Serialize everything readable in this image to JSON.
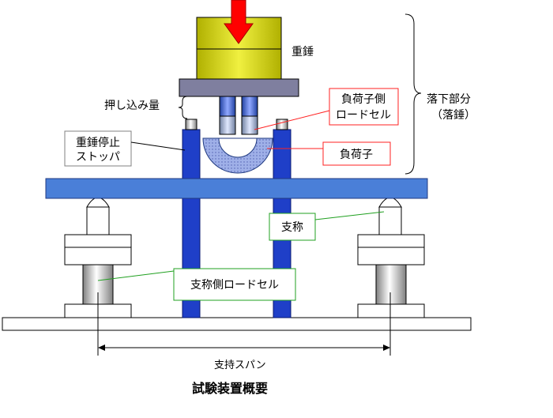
{
  "title": "試験装置概要",
  "labels": {
    "weight": "重錘",
    "falling_part_line1": "落下部分",
    "falling_part_line2": "（落錘）",
    "push_amount": "押し込み量",
    "load_side_cell_line1": "負荷子側",
    "load_side_cell_line2": "ロードセル",
    "weight_stopper_line1": "重錘停止",
    "weight_stopper_line2": "ストッパ",
    "loading_nose": "負荷子",
    "support": "支称",
    "support_load_cell": "支称側ロードセル",
    "support_span": "支持スパン"
  },
  "colors": {
    "weight_body": "#d8d820",
    "arrow": "#ff0000",
    "crosshead": "#7f7f9f",
    "specimen_beam": "#4a7fd8",
    "columns": "#1f3fc8",
    "callout_red": "#ff2020",
    "callout_green": "#20a020",
    "load_cell_gray": "#b8b8b8",
    "load_nose_blue": "#8fa0e0"
  },
  "icons": {
    "load_arrow": "down-arrow-icon"
  }
}
